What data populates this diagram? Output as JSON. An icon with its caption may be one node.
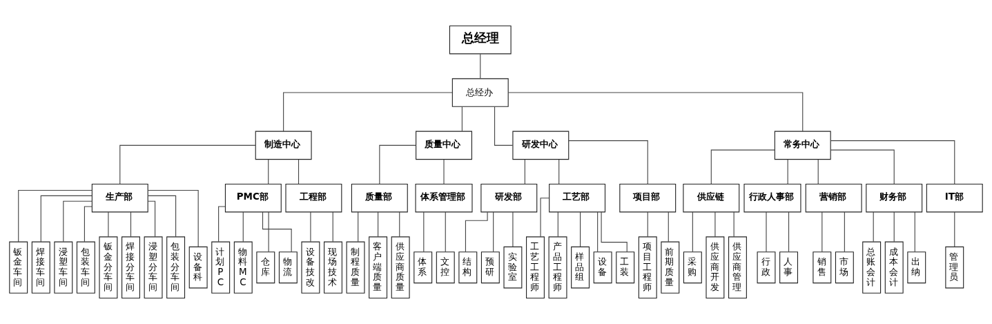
{
  "diagram": {
    "nodes": [
      {
        "text": [
          "总经理"
        ]
      },
      {
        "text": [
          "总经办"
        ]
      },
      {
        "text": [
          "制造中心"
        ]
      },
      {
        "text": [
          "质量中心"
        ]
      },
      {
        "text": [
          "研发中心"
        ]
      },
      {
        "text": [
          "常务中心"
        ]
      },
      {
        "text": [
          "生产部"
        ]
      },
      {
        "text": [
          "PMC部"
        ]
      },
      {
        "text": [
          "工程部"
        ]
      },
      {
        "text": [
          "质量部"
        ]
      },
      {
        "text": [
          "体系管理部"
        ]
      },
      {
        "text": [
          "研发部"
        ]
      },
      {
        "text": [
          "工艺部"
        ]
      },
      {
        "text": [
          "项目部"
        ]
      },
      {
        "text": [
          "供应链"
        ]
      },
      {
        "text": [
          "行政人事部"
        ]
      },
      {
        "text": [
          "营销部"
        ]
      },
      {
        "text": [
          "财务部"
        ]
      },
      {
        "text": [
          "IT部"
        ]
      },
      {
        "text": [
          "钣金车间"
        ]
      },
      {
        "text": [
          "焊接车间"
        ]
      },
      {
        "text": [
          "浸塑车间"
        ]
      },
      {
        "text": [
          "包装车间"
        ]
      },
      {
        "text": [
          "钣金分车间"
        ]
      },
      {
        "text": [
          "焊接分车间"
        ]
      },
      {
        "text": [
          "浸塑分车间"
        ]
      },
      {
        "text": [
          "包装分车间"
        ]
      },
      {
        "text": [
          "设备科"
        ]
      },
      {
        "text": [
          "计划PC"
        ]
      },
      {
        "text": [
          "物料MC"
        ]
      },
      {
        "text": [
          "仓库"
        ]
      },
      {
        "text": [
          "物流"
        ]
      },
      {
        "text": [
          "设备技改"
        ]
      },
      {
        "text": [
          "现场技术"
        ]
      },
      {
        "text": [
          "制程质量"
        ]
      },
      {
        "text": [
          "客户端质量"
        ]
      },
      {
        "text": [
          "供应商质量"
        ]
      },
      {
        "text": [
          "体系"
        ]
      },
      {
        "text": [
          "文控"
        ]
      },
      {
        "text": [
          "结构"
        ]
      },
      {
        "text": [
          "预研"
        ]
      },
      {
        "text": [
          "实验室"
        ]
      },
      {
        "text": [
          "工艺工程师"
        ]
      },
      {
        "text": [
          "产品工程师"
        ]
      },
      {
        "text": [
          "样品组"
        ]
      },
      {
        "text": [
          "设备"
        ]
      },
      {
        "text": [
          "工装"
        ]
      },
      {
        "text": [
          "项目工程师"
        ]
      },
      {
        "text": [
          "前期质量"
        ]
      },
      {
        "text": [
          "采购"
        ]
      },
      {
        "text": [
          "供应商开发"
        ]
      },
      {
        "text": [
          "供应商管理"
        ]
      },
      {
        "text": [
          "行政"
        ]
      },
      {
        "text": [
          "人事"
        ]
      },
      {
        "text": [
          "销售"
        ]
      },
      {
        "text": [
          "市场"
        ]
      },
      {
        "text": [
          "总账会计"
        ]
      },
      {
        "text": [
          "成本会计"
        ]
      },
      {
        "text": [
          "出纳"
        ]
      },
      {
        "text": [
          "管理员"
        ]
      }
    ],
    "edges": [
      {
        "from": 0,
        "to": 1,
        "arrow": "none"
      },
      {
        "from": 1,
        "to": 2,
        "arrow": "none"
      },
      {
        "from": 1,
        "to": 3,
        "arrow": "none"
      },
      {
        "from": 1,
        "to": 4,
        "arrow": "none"
      },
      {
        "from": 1,
        "to": 5,
        "arrow": "none"
      },
      {
        "from": 2,
        "to": 6,
        "arrow": "none"
      },
      {
        "from": 2,
        "to": 7,
        "arrow": "none"
      },
      {
        "from": 2,
        "to": 8,
        "arrow": "none"
      },
      {
        "from": 3,
        "to": 9,
        "arrow": "none"
      },
      {
        "from": 3,
        "to": 10,
        "arrow": "none"
      },
      {
        "from": 4,
        "to": 11,
        "arrow": "none"
      },
      {
        "from": 4,
        "to": 12,
        "arrow": "none"
      },
      {
        "from": 4,
        "to": 13,
        "arrow": "none"
      },
      {
        "from": 5,
        "to": 14,
        "arrow": "none"
      },
      {
        "from": 5,
        "to": 15,
        "arrow": "none"
      },
      {
        "from": 5,
        "to": 16,
        "arrow": "none"
      },
      {
        "from": 5,
        "to": 17,
        "arrow": "none"
      },
      {
        "from": 5,
        "to": 18,
        "arrow": "none"
      },
      {
        "from": 6,
        "to": 19,
        "arrow": "none"
      },
      {
        "from": 6,
        "to": 20,
        "arrow": "none"
      },
      {
        "from": 6,
        "to": 21,
        "arrow": "none"
      },
      {
        "from": 6,
        "to": 22,
        "arrow": "none"
      },
      {
        "from": 6,
        "to": 23,
        "arrow": "none"
      },
      {
        "from": 6,
        "to": 24,
        "arrow": "none"
      },
      {
        "from": 6,
        "to": 25,
        "arrow": "none"
      },
      {
        "from": 6,
        "to": 26,
        "arrow": "none"
      },
      {
        "from": 6,
        "to": 27,
        "arrow": "none"
      },
      {
        "from": 7,
        "to": 28,
        "arrow": "none"
      },
      {
        "from": 7,
        "to": 29,
        "arrow": "none"
      },
      {
        "from": 7,
        "to": 30,
        "arrow": "none"
      },
      {
        "from": 7,
        "to": 31,
        "arrow": "none"
      },
      {
        "from": 8,
        "to": 32,
        "arrow": "none"
      },
      {
        "from": 8,
        "to": 33,
        "arrow": "none"
      },
      {
        "from": 9,
        "to": 34,
        "arrow": "none"
      },
      {
        "from": 9,
        "to": 35,
        "arrow": "none"
      },
      {
        "from": 9,
        "to": 36,
        "arrow": "none"
      },
      {
        "from": 10,
        "to": 37,
        "arrow": "none"
      },
      {
        "from": 10,
        "to": 38,
        "arrow": "none"
      },
      {
        "from": 11,
        "to": 39,
        "arrow": "none"
      },
      {
        "from": 11,
        "to": 40,
        "arrow": "none"
      },
      {
        "from": 11,
        "to": 41,
        "arrow": "none"
      },
      {
        "from": 12,
        "to": 42,
        "arrow": "none"
      },
      {
        "from": 12,
        "to": 43,
        "arrow": "none"
      },
      {
        "from": 12,
        "to": 44,
        "arrow": "none"
      },
      {
        "from": 12,
        "to": 45,
        "arrow": "none"
      },
      {
        "from": 12,
        "to": 46,
        "arrow": "none"
      },
      {
        "from": 13,
        "to": 47,
        "arrow": "none"
      },
      {
        "from": 13,
        "to": 48,
        "arrow": "none"
      },
      {
        "from": 14,
        "to": 49,
        "arrow": "none"
      },
      {
        "from": 14,
        "to": 50,
        "arrow": "none"
      },
      {
        "from": 14,
        "to": 51,
        "arrow": "none"
      },
      {
        "from": 15,
        "to": 52,
        "arrow": "none"
      },
      {
        "from": 15,
        "to": 53,
        "arrow": "none"
      },
      {
        "from": 16,
        "to": 54,
        "arrow": "none"
      },
      {
        "from": 16,
        "to": 55,
        "arrow": "none"
      },
      {
        "from": 17,
        "to": 56,
        "arrow": "none"
      },
      {
        "from": 17,
        "to": 57,
        "arrow": "none"
      },
      {
        "from": 17,
        "to": 58,
        "arrow": "none"
      },
      {
        "from": 18,
        "to": 59,
        "arrow": "none"
      }
    ]
  }
}
